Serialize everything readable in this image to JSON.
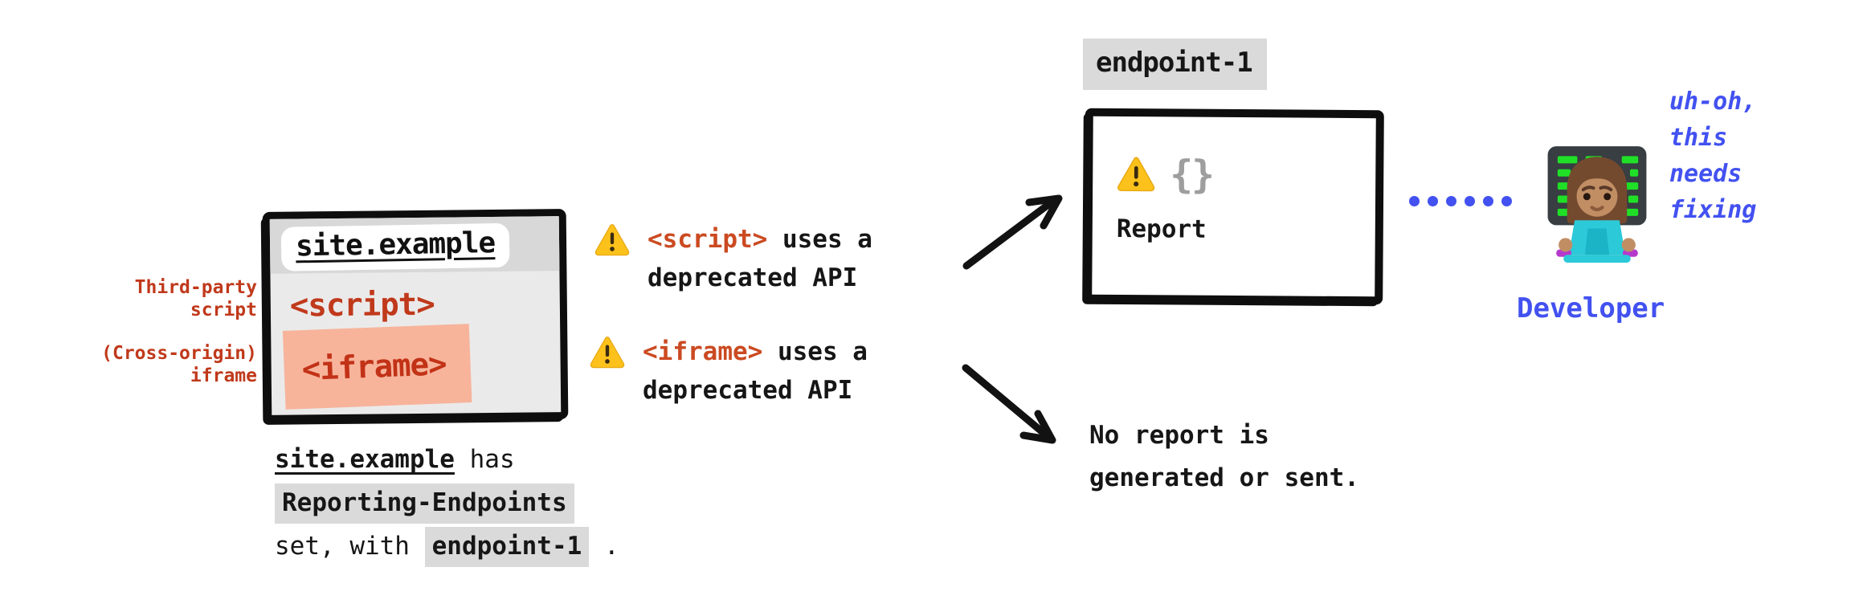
{
  "colors": {
    "code_red": "#C0391B",
    "callout_red": "#CB4A21",
    "salmon_highlight": "#F7B49B",
    "gray_highlight": "#DADADA",
    "window_gray": "#EBEAEA",
    "blue": "#4251F0",
    "warning_yellow": "#FCC21B",
    "braces_gray": "#9E9E9E",
    "ink_black": "#0E0E0E"
  },
  "browser_window": {
    "url": "site.example",
    "script_tag": "<script>",
    "iframe_tag": "<iframe>"
  },
  "side_labels": {
    "third_party_line1": "Third-party",
    "third_party_line2": "script",
    "cross_origin_line1": "(Cross-origin)",
    "cross_origin_line2": "iframe"
  },
  "caption": {
    "site": "site.example",
    "has": " has",
    "header": "Reporting-Endpoints",
    "set_with": "set, with ",
    "endpoint": "endpoint-1",
    "period": " ."
  },
  "warnings": [
    {
      "icon": "warning-triangle",
      "code": "<script>",
      "text_after": " uses a",
      "line2": "deprecated API"
    },
    {
      "icon": "warning-triangle",
      "code": "<iframe>",
      "text_after": " uses a",
      "line2": "deprecated API"
    }
  ],
  "endpoint": {
    "label": "endpoint-1",
    "braces": "{}",
    "report_label": "Report"
  },
  "no_report": {
    "line1": "No report is",
    "line2": "generated or sent."
  },
  "developer": {
    "emoji": "woman-technologist",
    "thought_line1": "uh-oh,",
    "thought_line2": "this",
    "thought_line3": "needs",
    "thought_line4": "fixing",
    "label": "Developer"
  }
}
